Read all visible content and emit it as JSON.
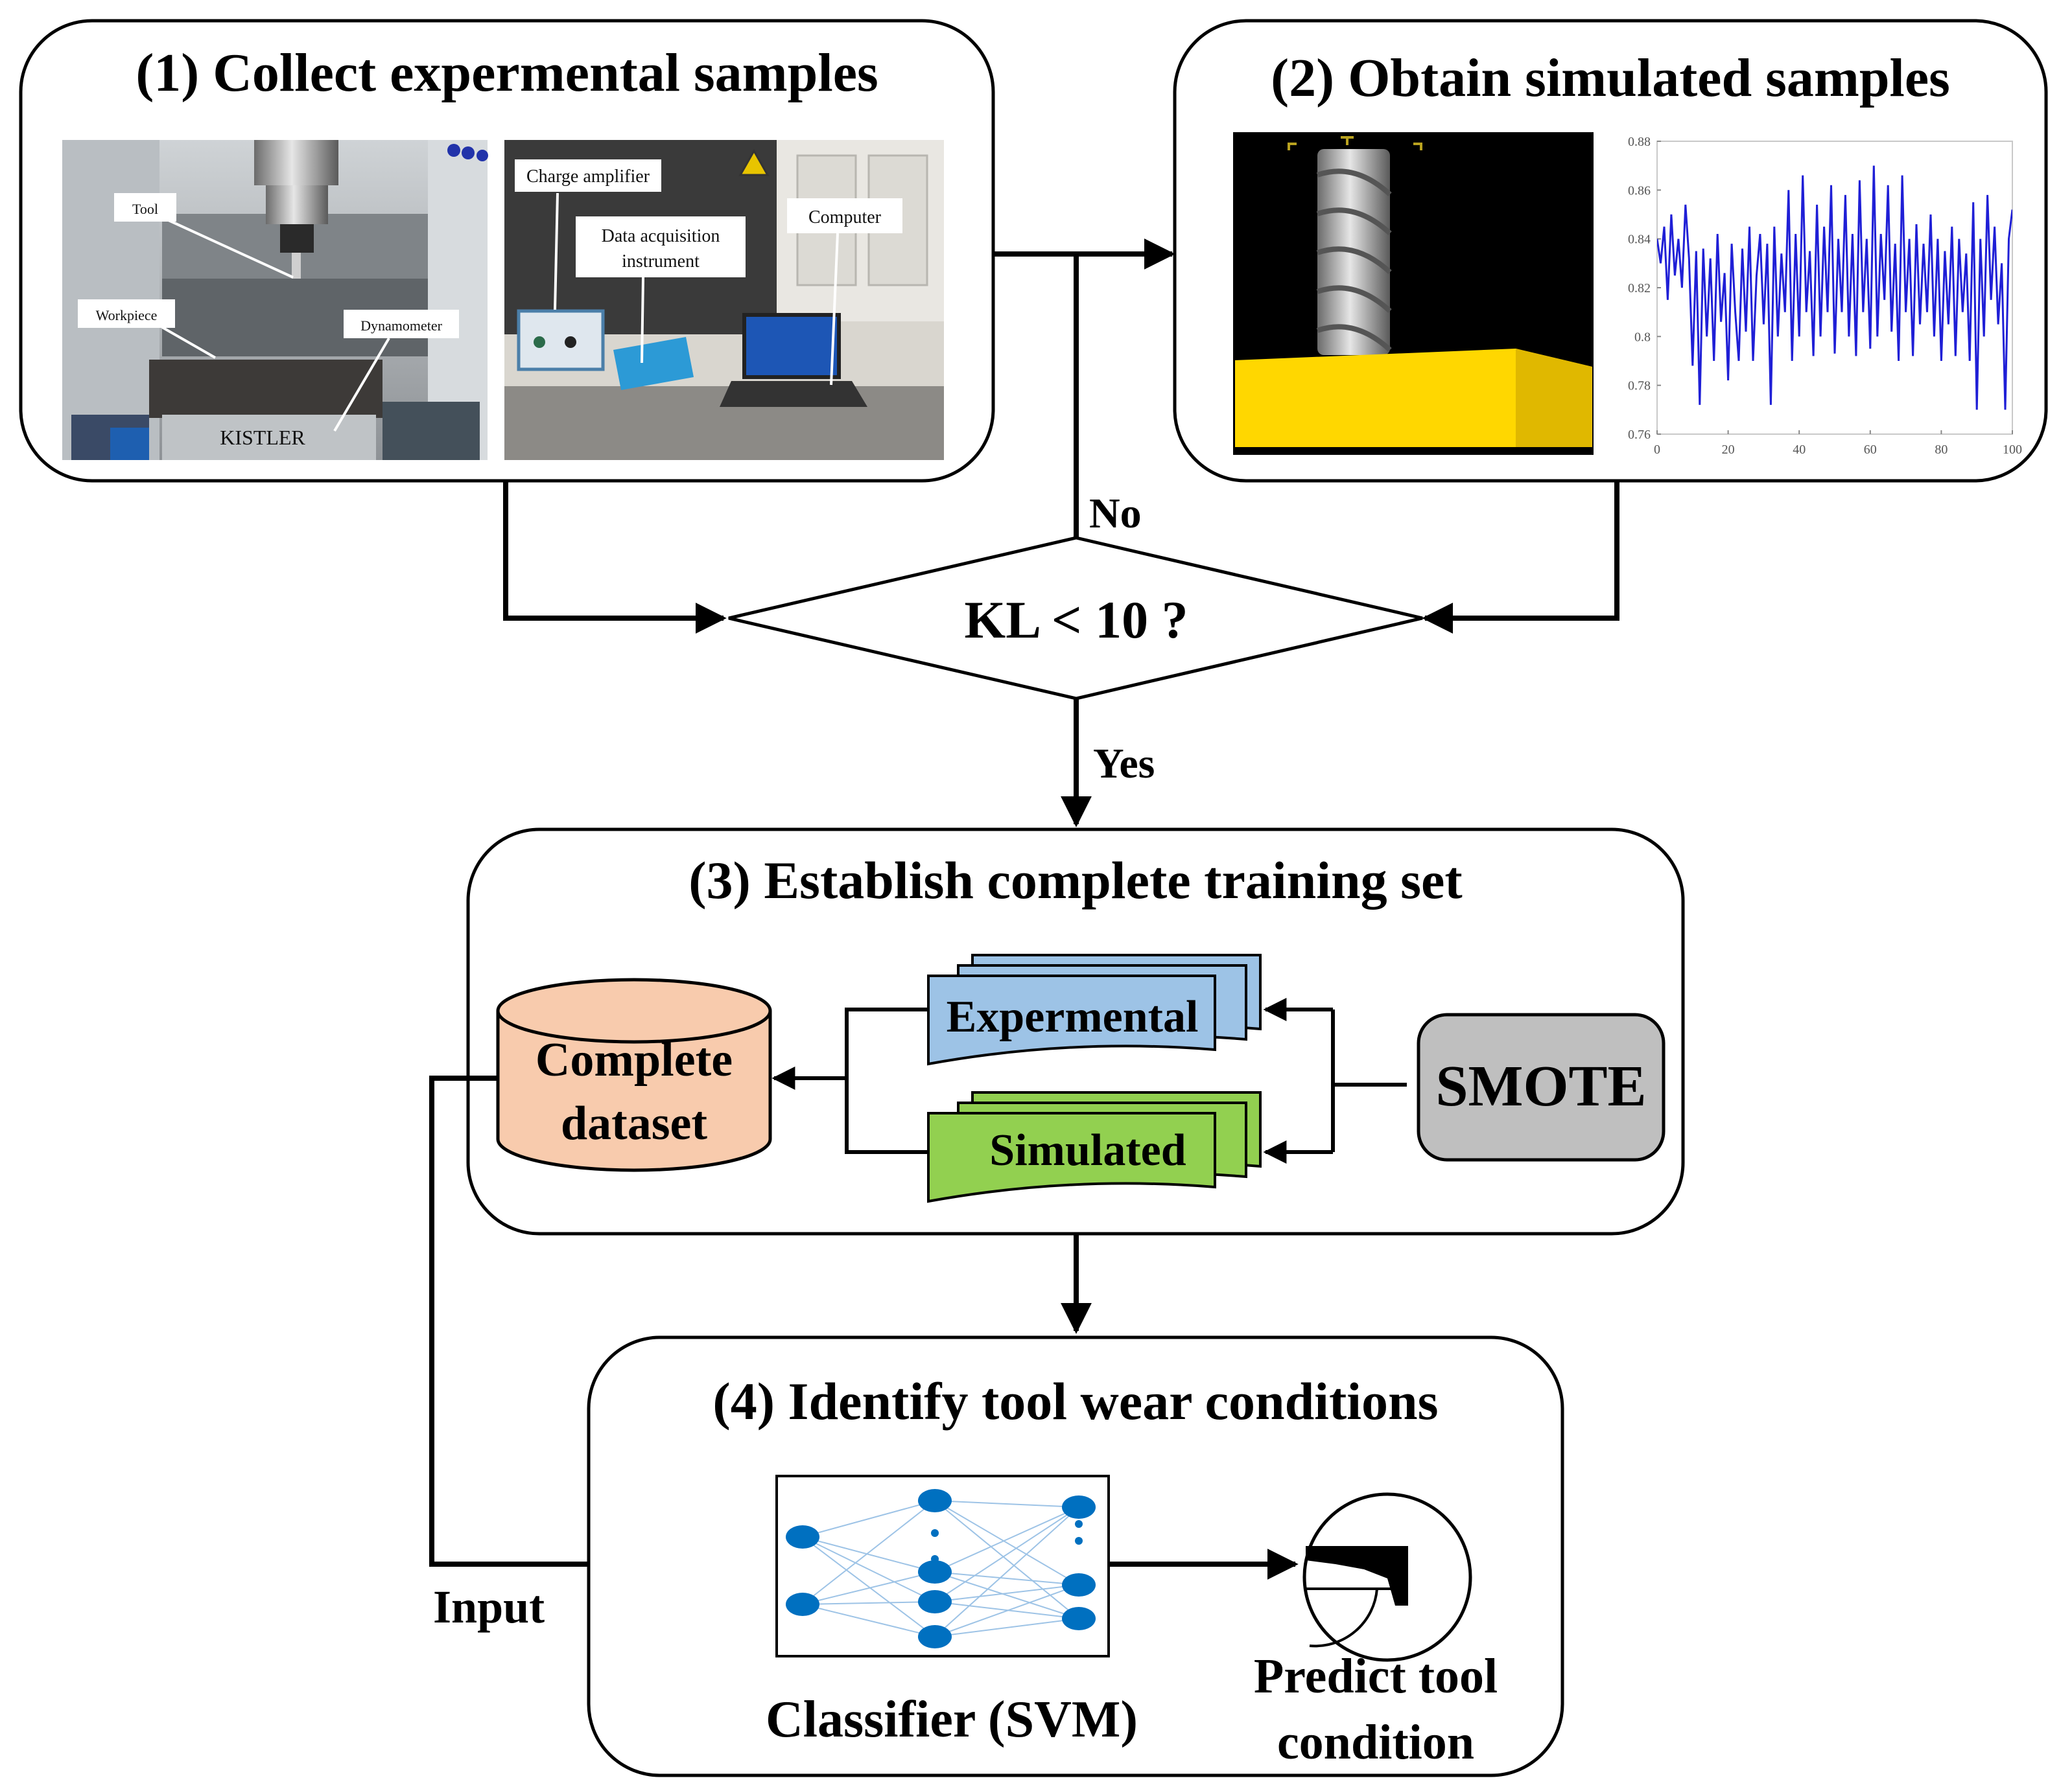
{
  "panels": {
    "p1": {
      "title": "(1) Collect expermental samples",
      "photo1_labels": [
        "Tool",
        "Workpiece",
        "Dynamometer"
      ],
      "photo1_brand": "KISTLER",
      "photo2_labels": {
        "charge_amp": "Charge amplifier",
        "daq_line1": "Data acquisition",
        "daq_line2": "instrument",
        "computer": "Computer"
      }
    },
    "p2": {
      "title": "(2) Obtain simulated samples",
      "plot_yticks": [
        "0.88",
        "0.86",
        "0.84",
        "0.82",
        "0.8",
        "0.78",
        "0.76"
      ],
      "plot_xticks": [
        "0",
        "20",
        "40",
        "60",
        "80",
        "100"
      ]
    },
    "p3": {
      "title": "(3) Establish complete training set",
      "dataset_line1": "Complete",
      "dataset_line2": "dataset",
      "expermental": "Expermental",
      "simulated": "Simulated",
      "smote": "SMOTE"
    },
    "p4": {
      "title": "(4) Identify tool wear conditions",
      "classifier": "Classifier (SVM)",
      "predict_line1": "Predict tool",
      "predict_line2": "condition"
    }
  },
  "decision": {
    "text": "KL < 10 ?",
    "no": "No",
    "yes": "Yes"
  },
  "input_label": "Input",
  "colors": {
    "expermental_fill": "#9DC3E6",
    "simulated_fill": "#92D050",
    "dataset_fill": "#F8CBAD",
    "smote_fill": "#BFBFBF",
    "node_blue": "#0070C0",
    "signal_line": "#1F1FD6",
    "workpiece_yellow": "#FFD700"
  },
  "chart_data": {
    "type": "line",
    "x": [
      0,
      1,
      2,
      3,
      4,
      5,
      6,
      7,
      8,
      9,
      10,
      11,
      12,
      13,
      14,
      15,
      16,
      17,
      18,
      19,
      20,
      21,
      22,
      23,
      24,
      25,
      26,
      27,
      28,
      29,
      30,
      31,
      32,
      33,
      34,
      35,
      36,
      37,
      38,
      39,
      40,
      41,
      42,
      43,
      44,
      45,
      46,
      47,
      48,
      49,
      50,
      51,
      52,
      53,
      54,
      55,
      56,
      57,
      58,
      59,
      60,
      61,
      62,
      63,
      64,
      65,
      66,
      67,
      68,
      69,
      70,
      71,
      72,
      73,
      74,
      75,
      76,
      77,
      78,
      79,
      80,
      81,
      82,
      83,
      84,
      85,
      86,
      87,
      88,
      89,
      90,
      91,
      92,
      93,
      94,
      95,
      96,
      97,
      98,
      99,
      100
    ],
    "y": [
      0.84,
      0.83,
      0.845,
      0.815,
      0.85,
      0.825,
      0.84,
      0.82,
      0.854,
      0.832,
      0.788,
      0.835,
      0.772,
      0.836,
      0.8,
      0.832,
      0.79,
      0.842,
      0.806,
      0.826,
      0.782,
      0.838,
      0.81,
      0.79,
      0.836,
      0.802,
      0.845,
      0.79,
      0.825,
      0.842,
      0.805,
      0.838,
      0.772,
      0.845,
      0.8,
      0.834,
      0.81,
      0.86,
      0.79,
      0.842,
      0.8,
      0.866,
      0.81,
      0.835,
      0.792,
      0.854,
      0.8,
      0.845,
      0.81,
      0.862,
      0.793,
      0.84,
      0.81,
      0.858,
      0.8,
      0.842,
      0.792,
      0.864,
      0.81,
      0.84,
      0.795,
      0.87,
      0.8,
      0.842,
      0.815,
      0.862,
      0.802,
      0.838,
      0.79,
      0.866,
      0.81,
      0.84,
      0.792,
      0.846,
      0.805,
      0.838,
      0.81,
      0.85,
      0.8,
      0.84,
      0.79,
      0.835,
      0.805,
      0.845,
      0.792,
      0.84,
      0.81,
      0.834,
      0.79,
      0.855,
      0.77,
      0.84,
      0.8,
      0.858,
      0.815,
      0.845,
      0.805,
      0.83,
      0.77,
      0.84,
      0.852
    ],
    "xlim": [
      0,
      100
    ],
    "ylim": [
      0.76,
      0.88
    ]
  }
}
